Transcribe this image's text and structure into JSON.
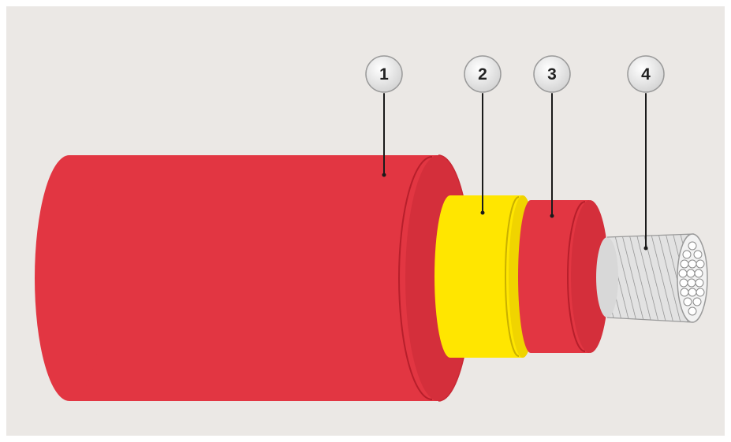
{
  "diagram": {
    "callouts": [
      {
        "label": "1",
        "part": "outer-sheath"
      },
      {
        "label": "2",
        "part": "yellow-layer"
      },
      {
        "label": "3",
        "part": "inner-insulation"
      },
      {
        "label": "4",
        "part": "stranded-conductor"
      }
    ],
    "colors": {
      "background": "#ebe8e5",
      "sheath": "#e23642",
      "sheath_shadow": "#cf2a36",
      "yellow_layer": "#ffe600",
      "conductor": "#d9d9d9",
      "conductor_hatch": "#8a8a8a",
      "callout_fill": "#e3e3e3",
      "callout_border": "#9a9a9a",
      "leader_line": "#1a1a1a"
    }
  }
}
